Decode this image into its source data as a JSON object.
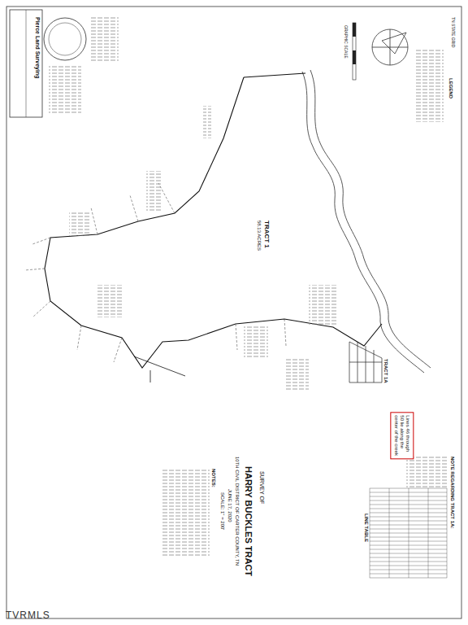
{
  "diagram": {
    "title": "HARRY BUCKLES TRACT",
    "nodes": [
      {
        "text": [
          "Lines 46 through 50 lie along the center of the creek"
        ]
      }
    ],
    "labels": [
      "Pierce Land Surveying",
      "SURVEY OF",
      "10TH CIVIL DISTRICT OF CARTER COUNTY, TN",
      "JUNE 17, 2020",
      "SCALE: 1\" = 200'",
      "NOTES:",
      "TRACT 1",
      "58.13 ACRES",
      "TRACT 1A",
      "NOTE REGARDING TRACT 1A:",
      "LEGEND",
      "TN STATE GRID",
      "GRAPHIC SCALE",
      "LINE TABLE",
      "TVRMLS"
    ]
  }
}
